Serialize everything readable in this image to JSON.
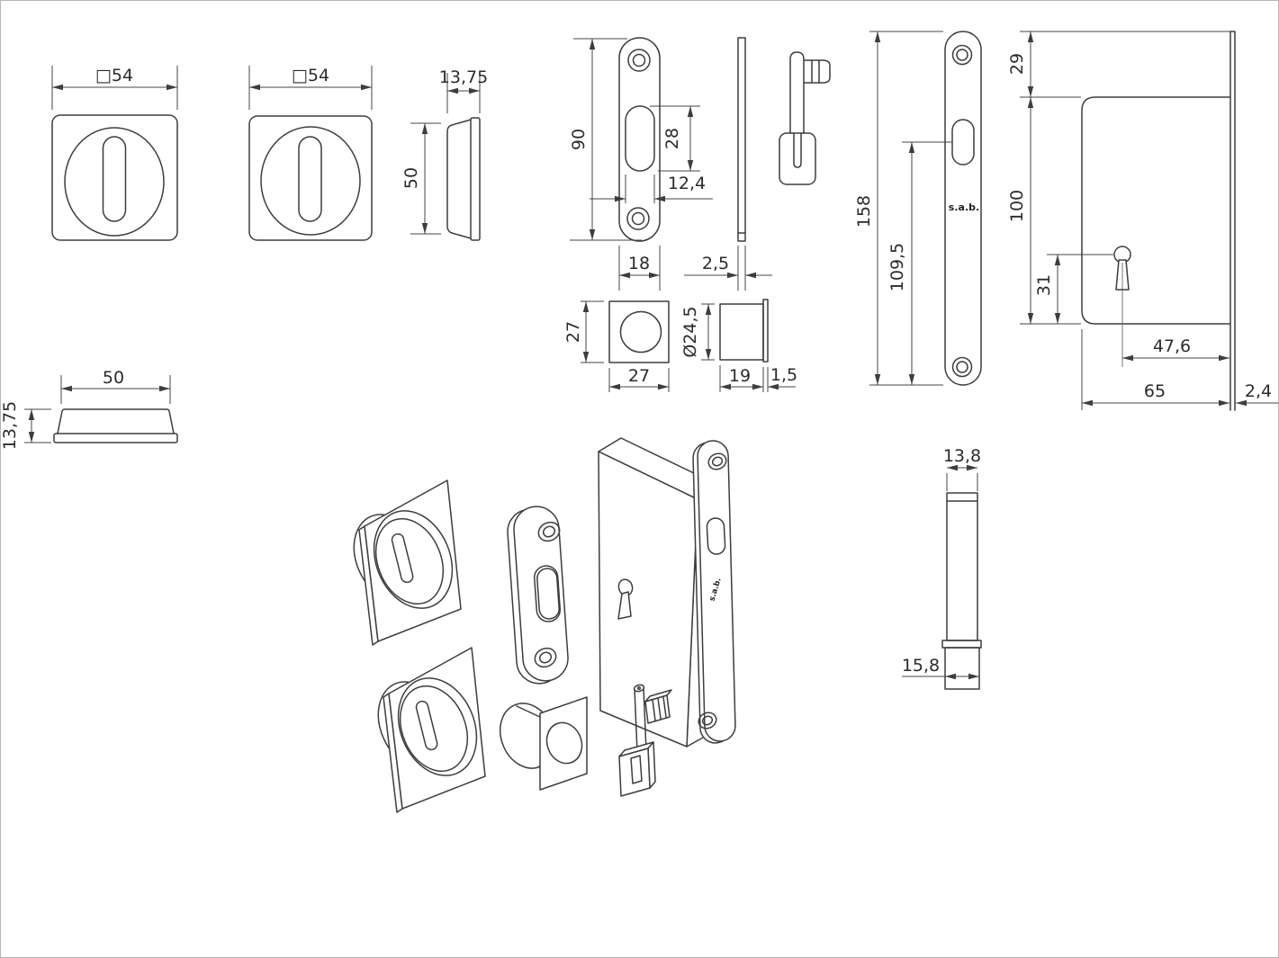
{
  "drawing": {
    "title": "sliding-door-lock-kit-technical-drawing",
    "background": "#ffffff",
    "line_color": "#3d3d3d",
    "dimension_color": "#454545",
    "text_color": "#2b2b2b",
    "brand": "s.a.b.",
    "views": {
      "escutcheon_front_1": {
        "width": "□54"
      },
      "escutcheon_front_2": {
        "width": "□54"
      },
      "escutcheon_side": {
        "depth": "13,75",
        "height": "50"
      },
      "escutcheon_profile": {
        "width": "50",
        "height": "13,75"
      },
      "strike_plate_front": {
        "height": "90",
        "slot_height": "28",
        "slot_width": "12,4",
        "width": "18"
      },
      "strike_plate_side": {
        "thickness": "2,5"
      },
      "dust_box_front": {
        "height": "27",
        "width": "27"
      },
      "dust_box_side": {
        "diameter": "Ø24,5",
        "depth": "19",
        "flange_thickness": "1,5"
      },
      "faceplate_front": {
        "height": "158",
        "slot_to_bottom": "109,5",
        "brand": "s.a.b."
      },
      "lock_case_side": {
        "top_offset": "29",
        "case_height": "100",
        "keyhole_offset": "31",
        "keyhole_backset": "47,6",
        "case_depth": "65",
        "faceplate_thickness": "2,4"
      },
      "lock_edge_profile": {
        "case_thickness": "13,8",
        "faceplate_width": "15,8"
      },
      "lock_3d": {
        "brand": "s.a.b."
      }
    }
  }
}
